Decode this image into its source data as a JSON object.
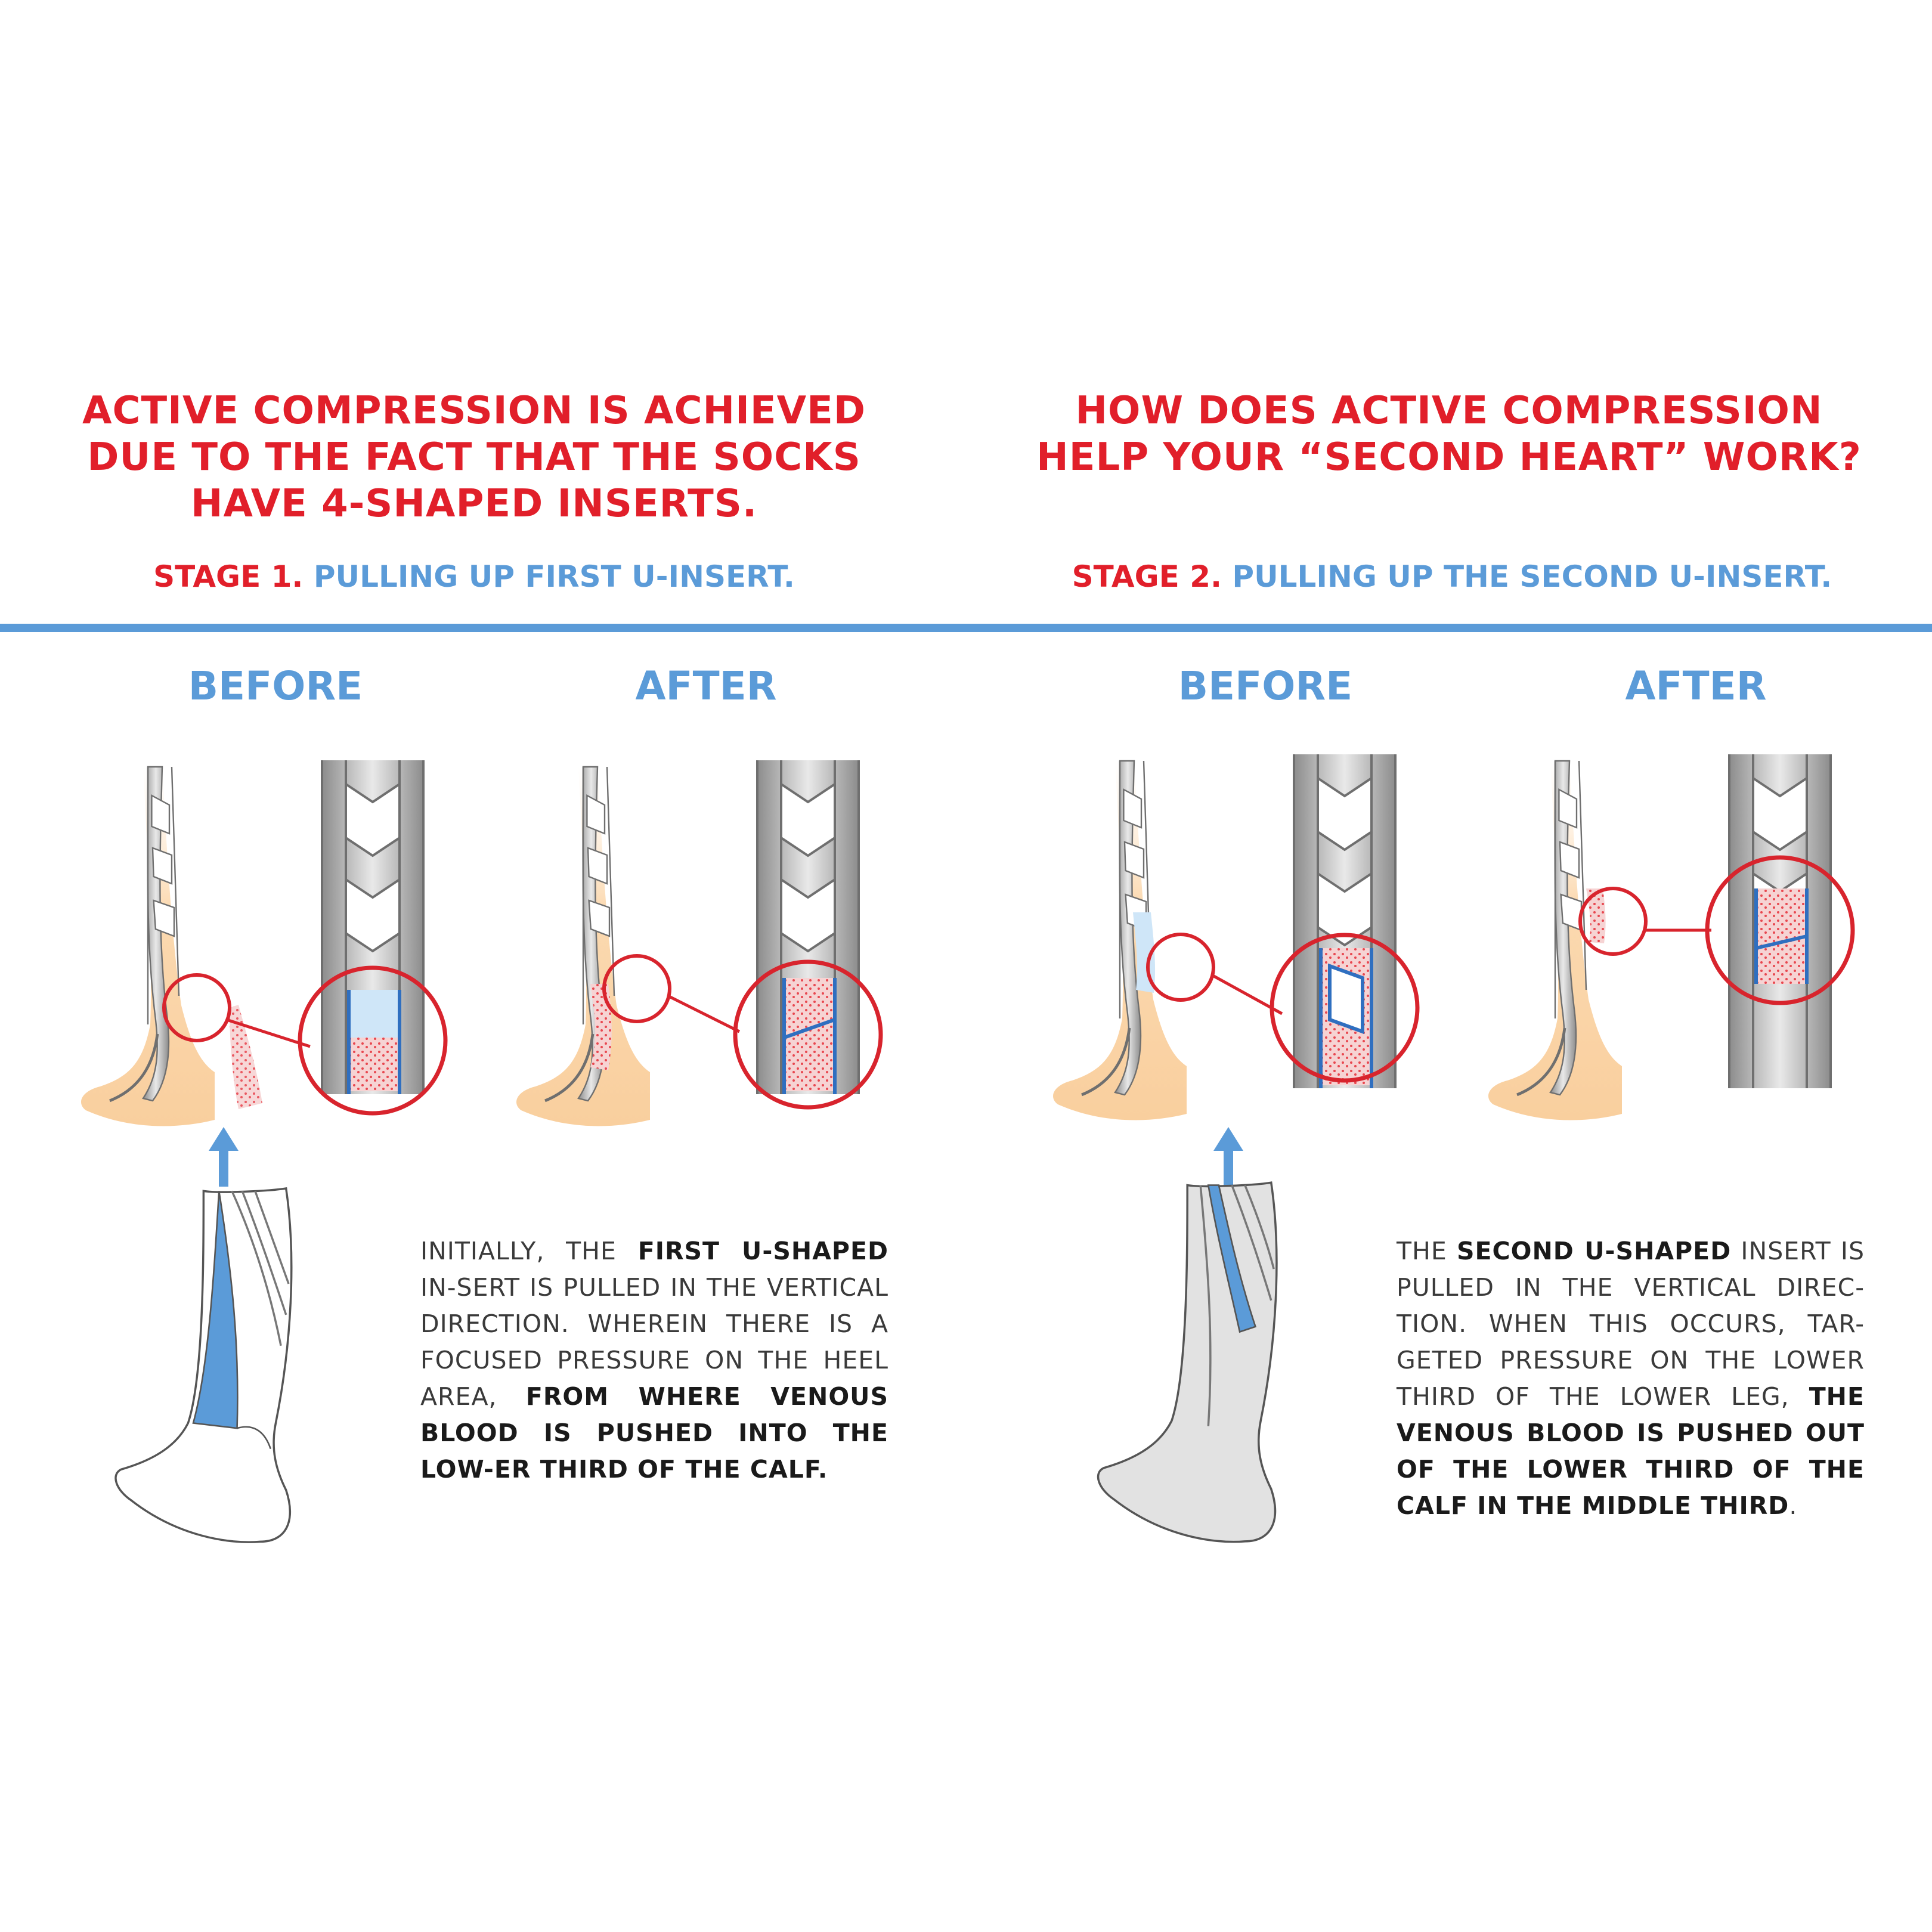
{
  "left": {
    "heading": "ACTIVE COMPRESSION IS ACHIEVED\nDUE TO THE FACT THAT THE  SOCKS\nHAVE 4-SHAPED INSERTS.",
    "stage_num": "STAGE 1.",
    "stage_text": "PULLING UP FIRST U-INSERT.",
    "before_label": "BEFORE",
    "after_label": "AFTER",
    "desc": [
      {
        "text": "INITIALLY, THE ",
        "bold": false
      },
      {
        "text": "FIRST U-SHAPED",
        "bold": true
      },
      {
        "text": " IN-SERT IS PULLED IN THE VERTICAL DIRECTION. WHEREIN THERE IS A FOCUSED PRESSURE ON THE HEEL AREA, ",
        "bold": false
      },
      {
        "text": "FROM WHERE VENOUS BLOOD IS PUSHED INTO THE LOW-ER THIRD OF THE CALF.",
        "bold": true
      }
    ]
  },
  "right": {
    "heading": "HOW DOES ACTIVE COMPRESSION\nHELP YOUR “SECOND HEART” WORK?",
    "stage_num": "STAGE 2.",
    "stage_text": "PULLING UP THE SECOND U-INSERT.",
    "before_label": "BEFORE",
    "after_label": "AFTER",
    "desc": [
      {
        "text": "THE ",
        "bold": false
      },
      {
        "text": "SECOND U-SHAPED",
        "bold": true
      },
      {
        "text": " INSERT IS PULLED IN THE VERTICAL DIREC-TION. WHEN THIS OCCURS, TAR-GETED PRESSURE ON THE LOWER THIRD OF THE LOWER LEG, ",
        "bold": false
      },
      {
        "text": "THE VENOUS BLOOD IS PUSHED OUT OF THE LOWER THIRD OF THE CALF IN THE MIDDLE THIRD",
        "bold": true
      },
      {
        "text": ".",
        "bold": false
      }
    ]
  },
  "colors": {
    "red": "#e11f2a",
    "blue": "#5b9bd8",
    "skin": "#fbd9b0",
    "vein_gray": "#9a9a9a",
    "blood": "#e8474f"
  },
  "icons": [
    "arrow-up-icon",
    "leg-illustration",
    "vein-closeup",
    "magnifier-circle",
    "sock-illustration"
  ]
}
